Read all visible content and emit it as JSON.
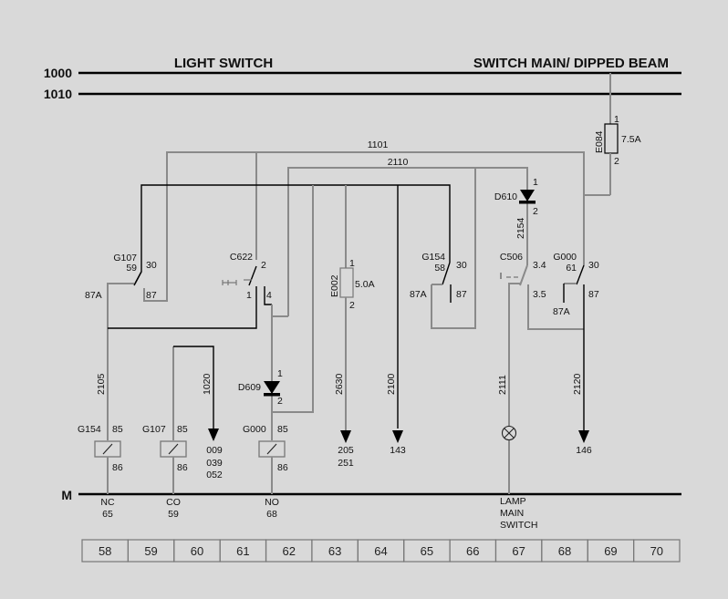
{
  "headers": {
    "left_title": "LIGHT SWITCH",
    "right_title": "SWITCH MAIN/ DIPPED BEAM"
  },
  "buses": {
    "top1": "1000",
    "top2": "1010",
    "ground": "M"
  },
  "wires": {
    "w1101": "1101",
    "w2110": "2110",
    "w2154": "2154",
    "w2105": "2105",
    "w1020": "1020",
    "w2630": "2630",
    "w2100": "2100",
    "w2111": "2111",
    "w2120": "2120"
  },
  "fuses": {
    "e084": {
      "id": "E084",
      "rating": "7.5A",
      "pin1": "1",
      "pin2": "2"
    },
    "e002": {
      "id": "E002",
      "rating": "5.0A",
      "pin1": "1",
      "pin2": "2"
    }
  },
  "diodes": {
    "d610": {
      "id": "D610",
      "pin1": "1",
      "pin2": "2"
    },
    "d609": {
      "id": "D609",
      "pin1": "1",
      "pin2": "2"
    }
  },
  "relay_contacts": {
    "g107": {
      "id": "G107",
      "num": "59",
      "p30": "30",
      "p87": "87",
      "p87a": "87A"
    },
    "g154": {
      "id": "G154",
      "num": "58",
      "p30": "30",
      "p87": "87",
      "p87a": "87A"
    },
    "g000": {
      "id": "G000",
      "num": "61",
      "p30": "30",
      "p87": "87",
      "p87a": "87A"
    }
  },
  "switches": {
    "c622": {
      "id": "C622",
      "p2": "2",
      "p1": "1",
      "p4": "4"
    },
    "c506": {
      "id": "C506",
      "p34": "3.4",
      "p35": "3.5"
    }
  },
  "relay_coils": [
    {
      "id": "G154",
      "p85": "85",
      "p86": "86"
    },
    {
      "id": "G107",
      "p85": "85",
      "p86": "86"
    },
    {
      "id": "G000",
      "p85": "85",
      "p86": "86"
    }
  ],
  "references": {
    "r1020": [
      "009",
      "039",
      "052"
    ],
    "r2630": [
      "205",
      "251"
    ],
    "r2100": [
      "143"
    ],
    "r2120": [
      "146"
    ]
  },
  "ground_labels": {
    "nc": [
      "NC",
      "65"
    ],
    "co": [
      "CO",
      "59"
    ],
    "no": [
      "NO",
      "68"
    ],
    "lamp": [
      "LAMP",
      "MAIN",
      "SWITCH"
    ]
  },
  "grid_cells": [
    "58",
    "59",
    "60",
    "61",
    "62",
    "63",
    "64",
    "65",
    "66",
    "67",
    "68",
    "69",
    "70"
  ]
}
